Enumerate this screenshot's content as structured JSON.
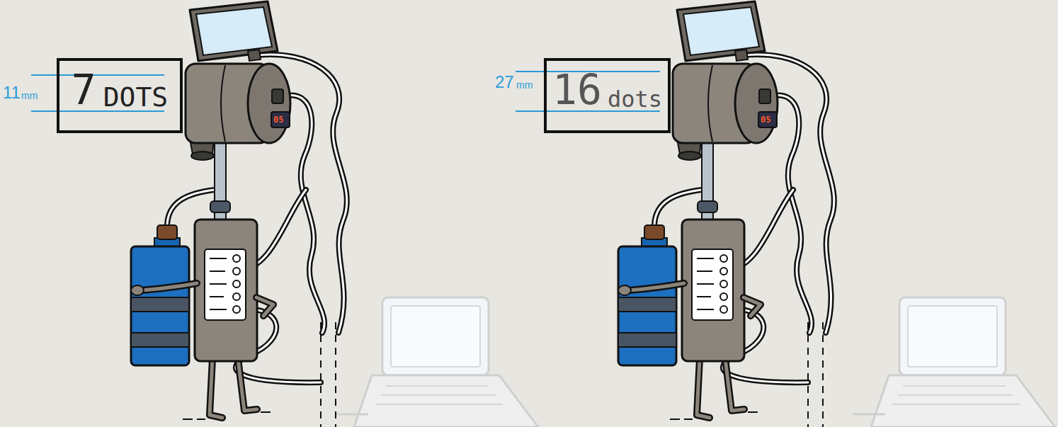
{
  "diagram": {
    "nodes": [
      {
        "text": [
          "7",
          "DOTS"
        ]
      },
      {
        "text": [
          "16",
          "dots"
        ]
      }
    ],
    "labels": [
      "11",
      "mm",
      "05",
      "27",
      "mm",
      "05"
    ]
  }
}
